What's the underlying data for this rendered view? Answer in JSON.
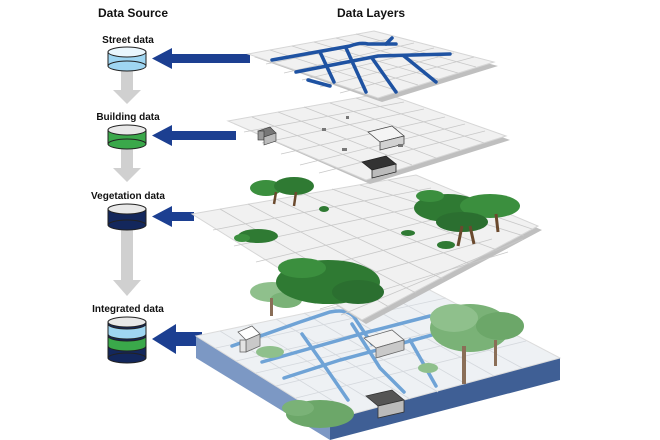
{
  "headers": {
    "source": "Data Source",
    "layers": "Data Layers"
  },
  "sources": [
    {
      "label": "Street data",
      "icon": "cylinder-icon",
      "color": "#9fd6f2"
    },
    {
      "label": "Building data",
      "icon": "cylinder-icon",
      "color": "#3aa84a"
    },
    {
      "label": "Vegetation data",
      "icon": "cylinder-icon",
      "color": "#13275c"
    },
    {
      "label": "Integrated data",
      "icon": "cylinder-icon",
      "colors": [
        "#13275c",
        "#3aa84a",
        "#9fd6f2"
      ]
    }
  ],
  "colors": {
    "arrow": "#1c3f91",
    "street": "#1e52a2",
    "street_light": "#6fa3d6",
    "tree": "#3b8f3e",
    "grid": "#c8c8c8",
    "layer": "#f1f1f1",
    "base_side": "#6e8fbf",
    "flow_arrow": "#d0d0d0"
  }
}
